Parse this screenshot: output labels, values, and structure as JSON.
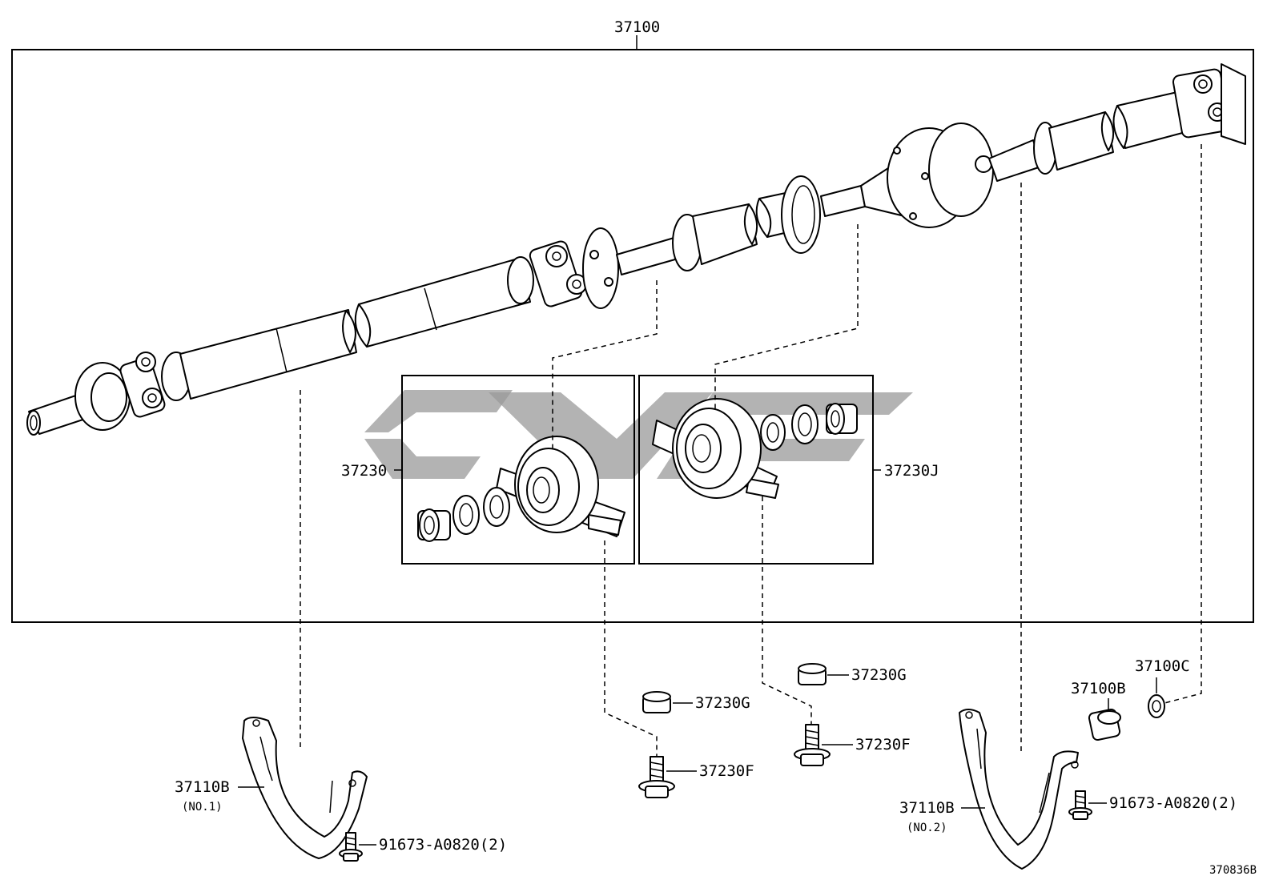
{
  "callouts": {
    "assembly": "37100",
    "center_bearing_1": "37230",
    "center_bearing_2": "37230J",
    "spacer_1": "37230G",
    "spacer_2": "37230G",
    "bolt_1": "37230F",
    "bolt_2": "37230F",
    "bushing": "37100B",
    "washer": "37100C",
    "bracket_1": "37110B",
    "bracket_1_note": "(NO.1)",
    "bracket_2": "37110B",
    "bracket_2_note": "(NO.2)",
    "bracket_bolt_1": "91673-A0820(2)",
    "bracket_bolt_2": "91673-A0820(2)"
  },
  "diagram_code": "370836B",
  "colors": {
    "line": "#000000",
    "watermark": "#9a9a9a",
    "background": "#ffffff"
  }
}
